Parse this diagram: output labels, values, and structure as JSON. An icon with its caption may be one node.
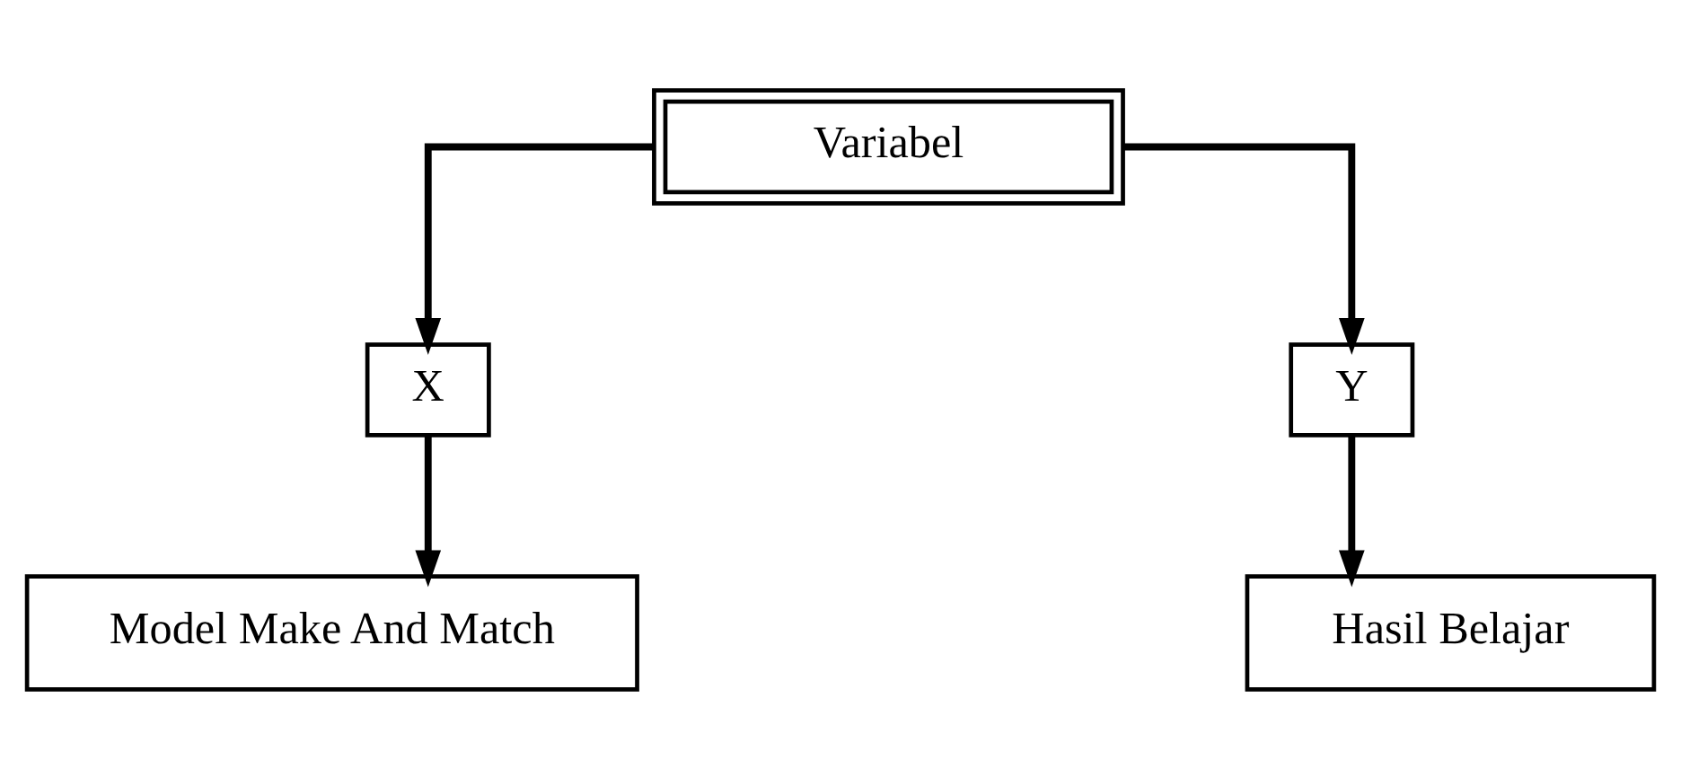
{
  "diagram": {
    "nodes": [
      {
        "text": [
          "Variabel"
        ]
      },
      {
        "text": [
          "X"
        ]
      },
      {
        "text": [
          "Y"
        ]
      },
      {
        "text": [
          "Model Make And Match"
        ]
      },
      {
        "text": [
          "Hasil Belajar"
        ]
      }
    ],
    "edges": [
      {
        "from": 0,
        "to": 1,
        "arrow": "to"
      },
      {
        "from": 0,
        "to": 2,
        "arrow": "to"
      },
      {
        "from": 1,
        "to": 3,
        "arrow": "to"
      },
      {
        "from": 2,
        "to": 4,
        "arrow": "to"
      }
    ]
  }
}
